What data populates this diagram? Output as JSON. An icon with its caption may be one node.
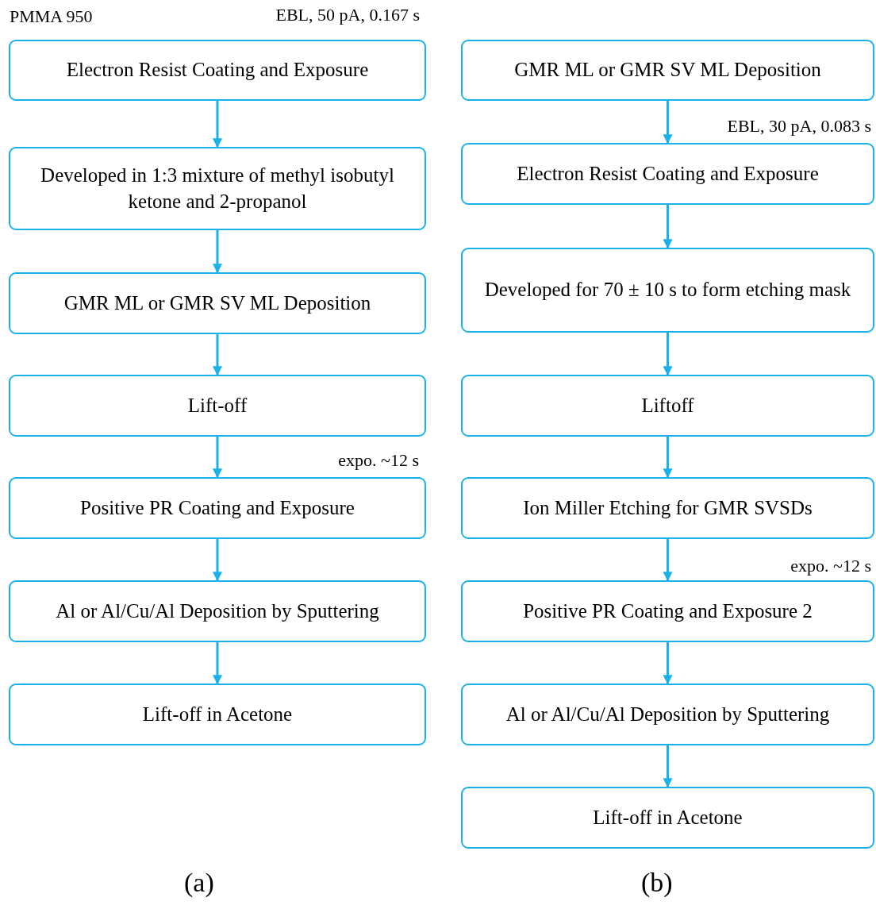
{
  "diagram": {
    "nodes": [
      {
        "text": [
          "Electron Resist Coating and Exposure"
        ]
      },
      {
        "text": [
          "Developed in 1:3 mixture of methyl isobutyl ketone and 2-propanol"
        ]
      },
      {
        "text": [
          "GMR ML or GMR SV ML Deposition"
        ]
      },
      {
        "text": [
          "Lift-off"
        ]
      },
      {
        "text": [
          "Positive PR Coating and Exposure"
        ]
      },
      {
        "text": [
          "Al or Al/Cu/Al Deposition by Sputtering"
        ]
      },
      {
        "text": [
          "Lift-off in Acetone"
        ]
      },
      {
        "text": [
          "GMR ML or GMR SV ML Deposition"
        ]
      },
      {
        "text": [
          "Electron Resist Coating and Exposure"
        ]
      },
      {
        "text": [
          "Developed for 70 ± 10 s to form etching mask"
        ]
      },
      {
        "text": [
          "Liftoff"
        ]
      },
      {
        "text": [
          "Ion Miller Etching for GMR SVSDs"
        ]
      },
      {
        "text": [
          "Positive PR Coating and Exposure 2"
        ]
      },
      {
        "text": [
          "Al or Al/Cu/Al Deposition by Sputtering"
        ]
      },
      {
        "text": [
          "Lift-off in Acetone"
        ]
      }
    ],
    "edges": [
      {
        "from": 0,
        "to": 1,
        "arrow": "to"
      },
      {
        "from": 1,
        "to": 2,
        "arrow": "to"
      },
      {
        "from": 2,
        "to": 3,
        "arrow": "to"
      },
      {
        "from": 3,
        "to": 4,
        "arrow": "to"
      },
      {
        "from": 4,
        "to": 5,
        "arrow": "to"
      },
      {
        "from": 5,
        "to": 6,
        "arrow": "to"
      },
      {
        "from": 7,
        "to": 8,
        "arrow": "to"
      },
      {
        "from": 8,
        "to": 9,
        "arrow": "to"
      },
      {
        "from": 9,
        "to": 10,
        "arrow": "to"
      },
      {
        "from": 10,
        "to": 11,
        "arrow": "to"
      },
      {
        "from": 11,
        "to": 12,
        "arrow": "to"
      },
      {
        "from": 12,
        "to": 13,
        "arrow": "to"
      },
      {
        "from": 13,
        "to": 14,
        "arrow": "to"
      }
    ],
    "labels": [
      "PMMA 950",
      "EBL, 50 pA, 0.167 s",
      "expo. ~12 s",
      "EBL, 30 pA, 0.083 s",
      "expo. ~12 s",
      "(a)",
      "(b)"
    ]
  }
}
